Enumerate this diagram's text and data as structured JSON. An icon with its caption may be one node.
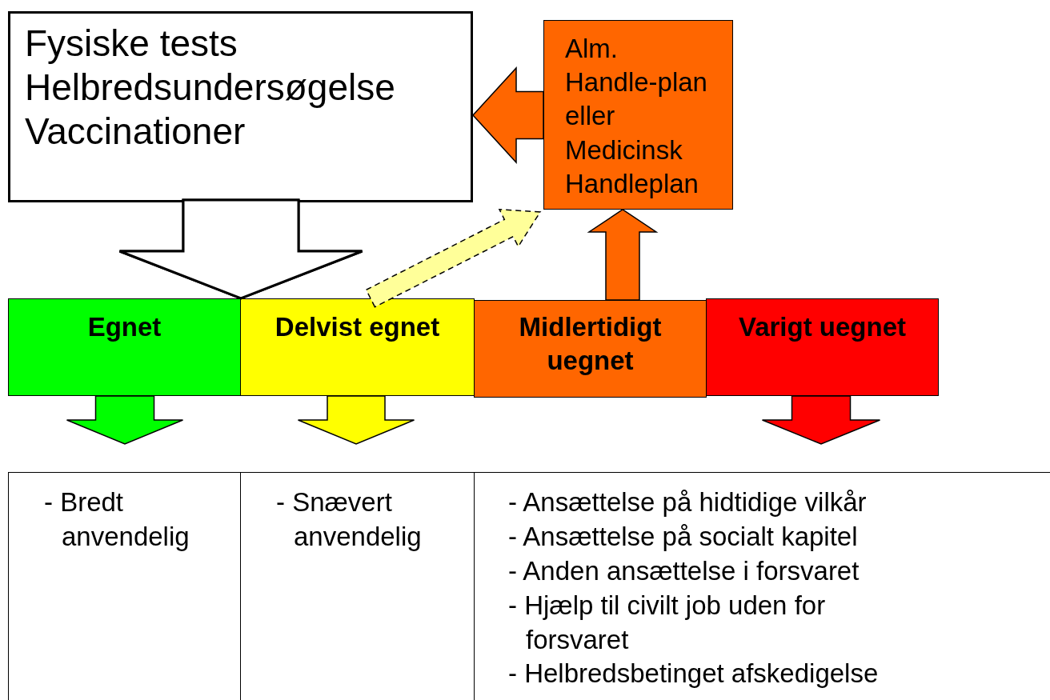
{
  "diagram": {
    "nodes": [
      {
        "text": [
          "Fysiske tests",
          "Helbredsundersøgelse",
          "Vaccinationer"
        ]
      },
      {
        "text": [
          "Alm. Handle-plan eller Medicinsk Handleplan"
        ]
      },
      {
        "text": [
          "Egnet"
        ]
      },
      {
        "text": [
          "Delvist egnet"
        ]
      },
      {
        "text": [
          "Midlertidigt uegnet"
        ]
      },
      {
        "text": [
          "Varigt uegnet"
        ]
      },
      {
        "text": [
          "- Bredt anvendelig"
        ]
      },
      {
        "text": [
          "- Snævert anvendelig"
        ]
      },
      {
        "text": [
          "- Ansættelse på hidtidige vilkår",
          "- Ansættelse på socialt kapitel",
          "- Anden ansættelse i forsvaret",
          "- Hjælp til civilt job uden for forsvaret",
          "- Helbredsbetinget afskedigelse"
        ]
      }
    ],
    "edges": [
      {
        "from": 0,
        "to": 2,
        "arrow": "to",
        "color": "#ffffff"
      },
      {
        "from": 0,
        "to": 3,
        "arrow": "to",
        "color": "#ffffff"
      },
      {
        "from": 1,
        "to": 0,
        "arrow": "to",
        "color": "#ff6600"
      },
      {
        "from": 3,
        "to": 1,
        "arrow": "to",
        "style": "dashed",
        "color": "#ffff99"
      },
      {
        "from": 4,
        "to": 1,
        "arrow": "to",
        "color": "#ff6600"
      },
      {
        "from": 2,
        "to": 6,
        "arrow": "to",
        "color": "#00ff00"
      },
      {
        "from": 3,
        "to": 7,
        "arrow": "to",
        "color": "#ffff00"
      },
      {
        "from": 5,
        "to": 8,
        "arrow": "to",
        "color": "#ff0000"
      }
    ]
  }
}
